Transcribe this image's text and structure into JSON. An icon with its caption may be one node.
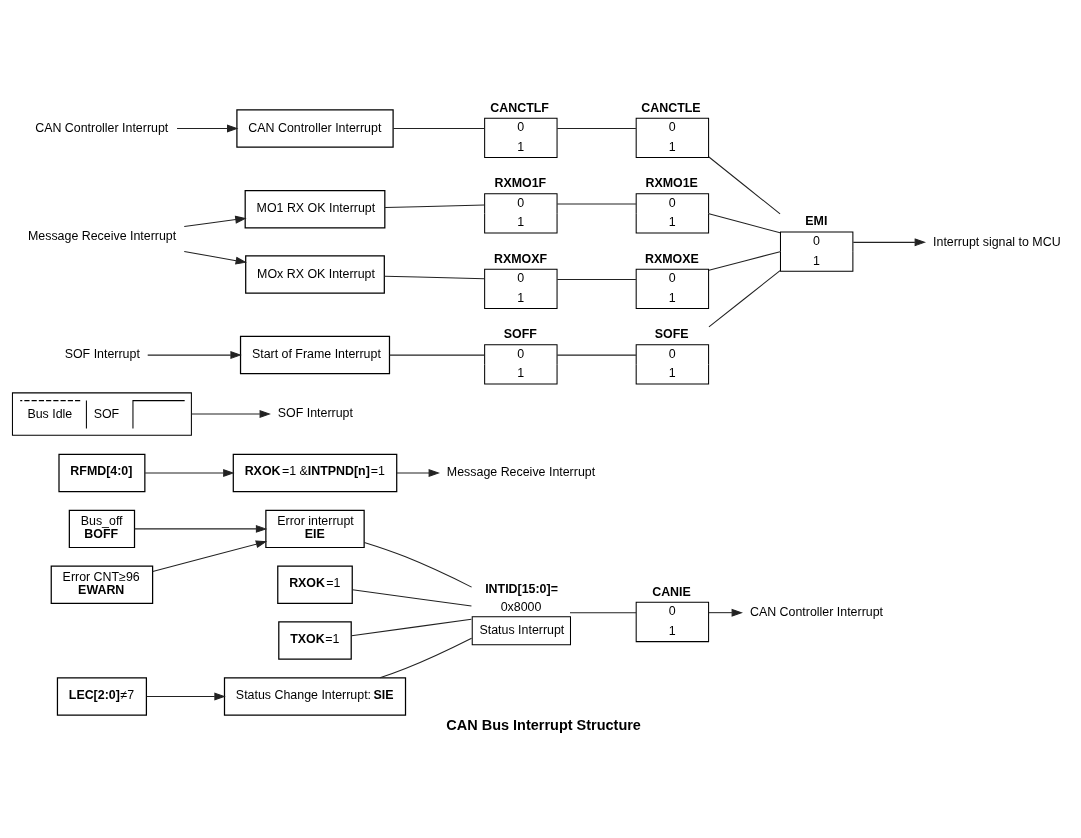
{
  "diagram": {
    "caption": "CAN Bus Interrupt Structure",
    "nodes": [
      {
        "text": [
          "Bus_off",
          "BOFF"
        ]
      },
      {
        "text": [
          "Error CNT≥96",
          "EWARN"
        ]
      },
      {
        "text": [
          "Error interrupt",
          "EIE"
        ]
      },
      {
        "text": [
          "**RXOK**=1"
        ]
      },
      {
        "text": [
          "**TXOK**=1"
        ]
      },
      {
        "text": [
          "**LEC[2:0]**≠7"
        ]
      },
      {
        "text": [
          "Status Change Interrupt: **SIE**"
        ]
      },
      {
        "text": [
          "INTID[15:0]=",
          "0x8000",
          "Status Interrupt"
        ]
      },
      {
        "text": [
          "CANIE",
          "0",
          "1"
        ]
      },
      {
        "text": [
          "CAN Controller Interrupt"
        ]
      },
      {
        "text": [
          "RFMD[4:0]"
        ]
      },
      {
        "text": [
          "**RXOK**=1 &**INTPND[n]**=1"
        ]
      },
      {
        "text": [
          "Message Receive Interrupt"
        ]
      },
      {
        "text": [
          "Bus Idle",
          "SOF"
        ]
      },
      {
        "text": [
          "SOF Interrupt"
        ]
      },
      {
        "text": [
          "CAN Controller Interrupt"
        ]
      },
      {
        "text": [
          "CAN Controller Interrupt"
        ]
      },
      {
        "text": [
          "CANCTLF",
          "0",
          "1"
        ]
      },
      {
        "text": [
          "CANCTLE",
          "0",
          "1"
        ]
      },
      {
        "text": [
          "Message Receive Interrupt"
        ]
      },
      {
        "text": [
          "MO1 RX OK Interrupt"
        ]
      },
      {
        "text": [
          "RXMO1F",
          "0",
          "1"
        ]
      },
      {
        "text": [
          "RXMO1E",
          "0",
          "1"
        ]
      },
      {
        "text": [
          "MOx RX OK Interrupt"
        ]
      },
      {
        "text": [
          "RXMOXF",
          "0",
          "1"
        ]
      },
      {
        "text": [
          "RXMOXE",
          "0",
          "1"
        ]
      },
      {
        "text": [
          "SOF Interrupt"
        ]
      },
      {
        "text": [
          "Start of Frame Interrupt"
        ]
      },
      {
        "text": [
          "SOFF",
          "0",
          "1"
        ]
      },
      {
        "text": [
          "SOFE",
          "0",
          "1"
        ]
      },
      {
        "text": [
          "EMI",
          "0",
          "1"
        ]
      },
      {
        "text": [
          "Interrupt signal to MCU"
        ]
      }
    ],
    "edges": [
      {
        "from": 0,
        "to": 2,
        "arrow": "to"
      },
      {
        "from": 1,
        "to": 2,
        "arrow": "to"
      },
      {
        "from": 5,
        "to": 6,
        "arrow": "to"
      },
      {
        "from": 2,
        "to": 7,
        "arrow": "none"
      },
      {
        "from": 3,
        "to": 7,
        "arrow": "none"
      },
      {
        "from": 4,
        "to": 7,
        "arrow": "none"
      },
      {
        "from": 6,
        "to": 7,
        "arrow": "none"
      },
      {
        "from": 7,
        "to": 8,
        "arrow": "none"
      },
      {
        "from": 8,
        "to": 9,
        "arrow": "to"
      },
      {
        "from": 10,
        "to": 11,
        "arrow": "to"
      },
      {
        "from": 11,
        "to": 12,
        "arrow": "to"
      },
      {
        "from": 13,
        "to": 14,
        "arrow": "to"
      },
      {
        "from": 15,
        "to": 16,
        "arrow": "to"
      },
      {
        "from": 16,
        "to": 17,
        "arrow": "none"
      },
      {
        "from": 17,
        "to": 18,
        "arrow": "none"
      },
      {
        "from": 19,
        "to": 20,
        "arrow": "to"
      },
      {
        "from": 19,
        "to": 23,
        "arrow": "to"
      },
      {
        "from": 20,
        "to": 21,
        "arrow": "none"
      },
      {
        "from": 21,
        "to": 22,
        "arrow": "none"
      },
      {
        "from": 23,
        "to": 24,
        "arrow": "none"
      },
      {
        "from": 24,
        "to": 25,
        "arrow": "none"
      },
      {
        "from": 26,
        "to": 27,
        "arrow": "to"
      },
      {
        "from": 27,
        "to": 28,
        "arrow": "none"
      },
      {
        "from": 28,
        "to": 29,
        "arrow": "none"
      },
      {
        "from": 18,
        "to": 30,
        "arrow": "none"
      },
      {
        "from": 22,
        "to": 30,
        "arrow": "none"
      },
      {
        "from": 25,
        "to": 30,
        "arrow": "none"
      },
      {
        "from": 29,
        "to": 30,
        "arrow": "none"
      },
      {
        "from": 30,
        "to": 31,
        "arrow": "to"
      }
    ]
  }
}
